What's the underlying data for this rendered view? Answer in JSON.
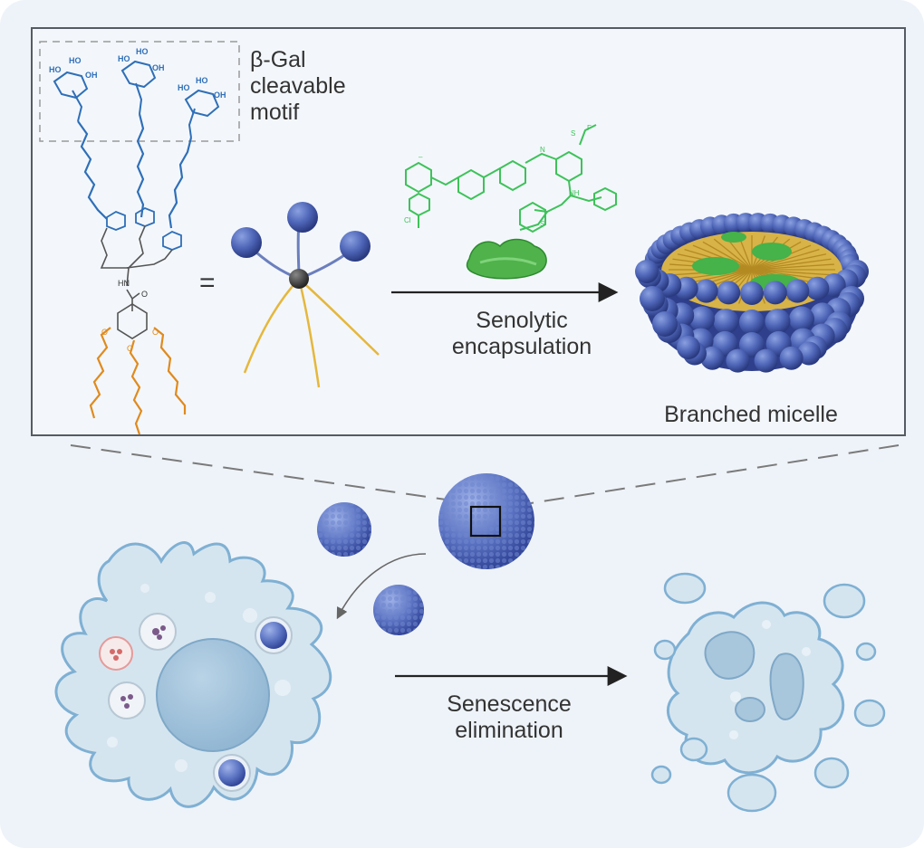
{
  "labels": {
    "motif_line1": "β-Gal",
    "motif_line2": "cleavable",
    "motif_line3": "motif",
    "equals": "=",
    "arrow1_line1": "Senolytic",
    "arrow1_line2": "encapsulation",
    "micelle": "Branched micelle",
    "arrow2_line1": "Senescence",
    "arrow2_line2": "elimination"
  },
  "colors": {
    "sugar_chain": "#2f6fb8",
    "lipid_tail": "#e08a1e",
    "drug": "#3ec25a",
    "sphere": "#4f66b8",
    "cell_fill": "#cfe0ec",
    "cell_outline": "#7fb0d3"
  }
}
